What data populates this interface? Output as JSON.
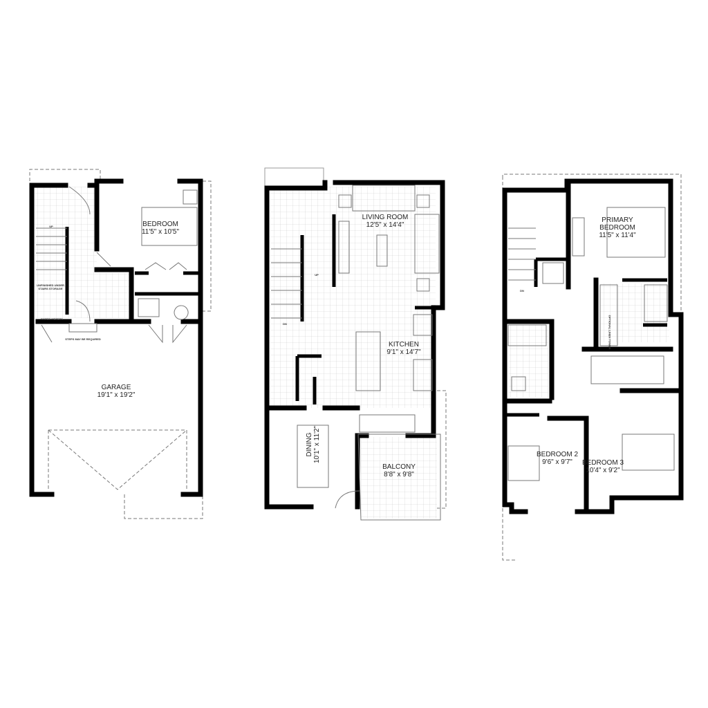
{
  "lower_floor": {
    "bedroom": {
      "name": "BEDROOM",
      "size": "11'5\" x 10'5\""
    },
    "garage": {
      "name": "GARAGE",
      "size": "19'1\" x 19'2\""
    },
    "storage": "UNFINISHED UNDER STAIRS STORAGE",
    "water_meters": "WATER METERS",
    "steps_note": "STEPS MAY BE REQUIRED",
    "stair_up": "UP"
  },
  "main_floor": {
    "living_room": {
      "name": "LIVING ROOM",
      "size": "12'5\" x 14'4\""
    },
    "kitchen": {
      "name": "KITCHEN",
      "size": "9'1\" x 14'7\""
    },
    "dining": {
      "name": "DINING",
      "size": "10'1\" x 11'2\""
    },
    "balcony": {
      "name": "BALCONY",
      "size": "8'8\" x 9'8\""
    },
    "stair_up": "UP",
    "stair_down": "DN"
  },
  "upper_floor": {
    "primary_bedroom": {
      "name": "PRIMARY BEDROOM",
      "size": "11'5\" x 11'4\""
    },
    "bedroom_2": {
      "name": "BEDROOM 2",
      "size": "9'6\" x 9'7\""
    },
    "bedroom_3": {
      "name": "BEDROOM 3",
      "size": "10'4\" x 9'2\""
    },
    "linen": "OPTIONAL LINEN TOWER",
    "stair_down": "DN"
  }
}
